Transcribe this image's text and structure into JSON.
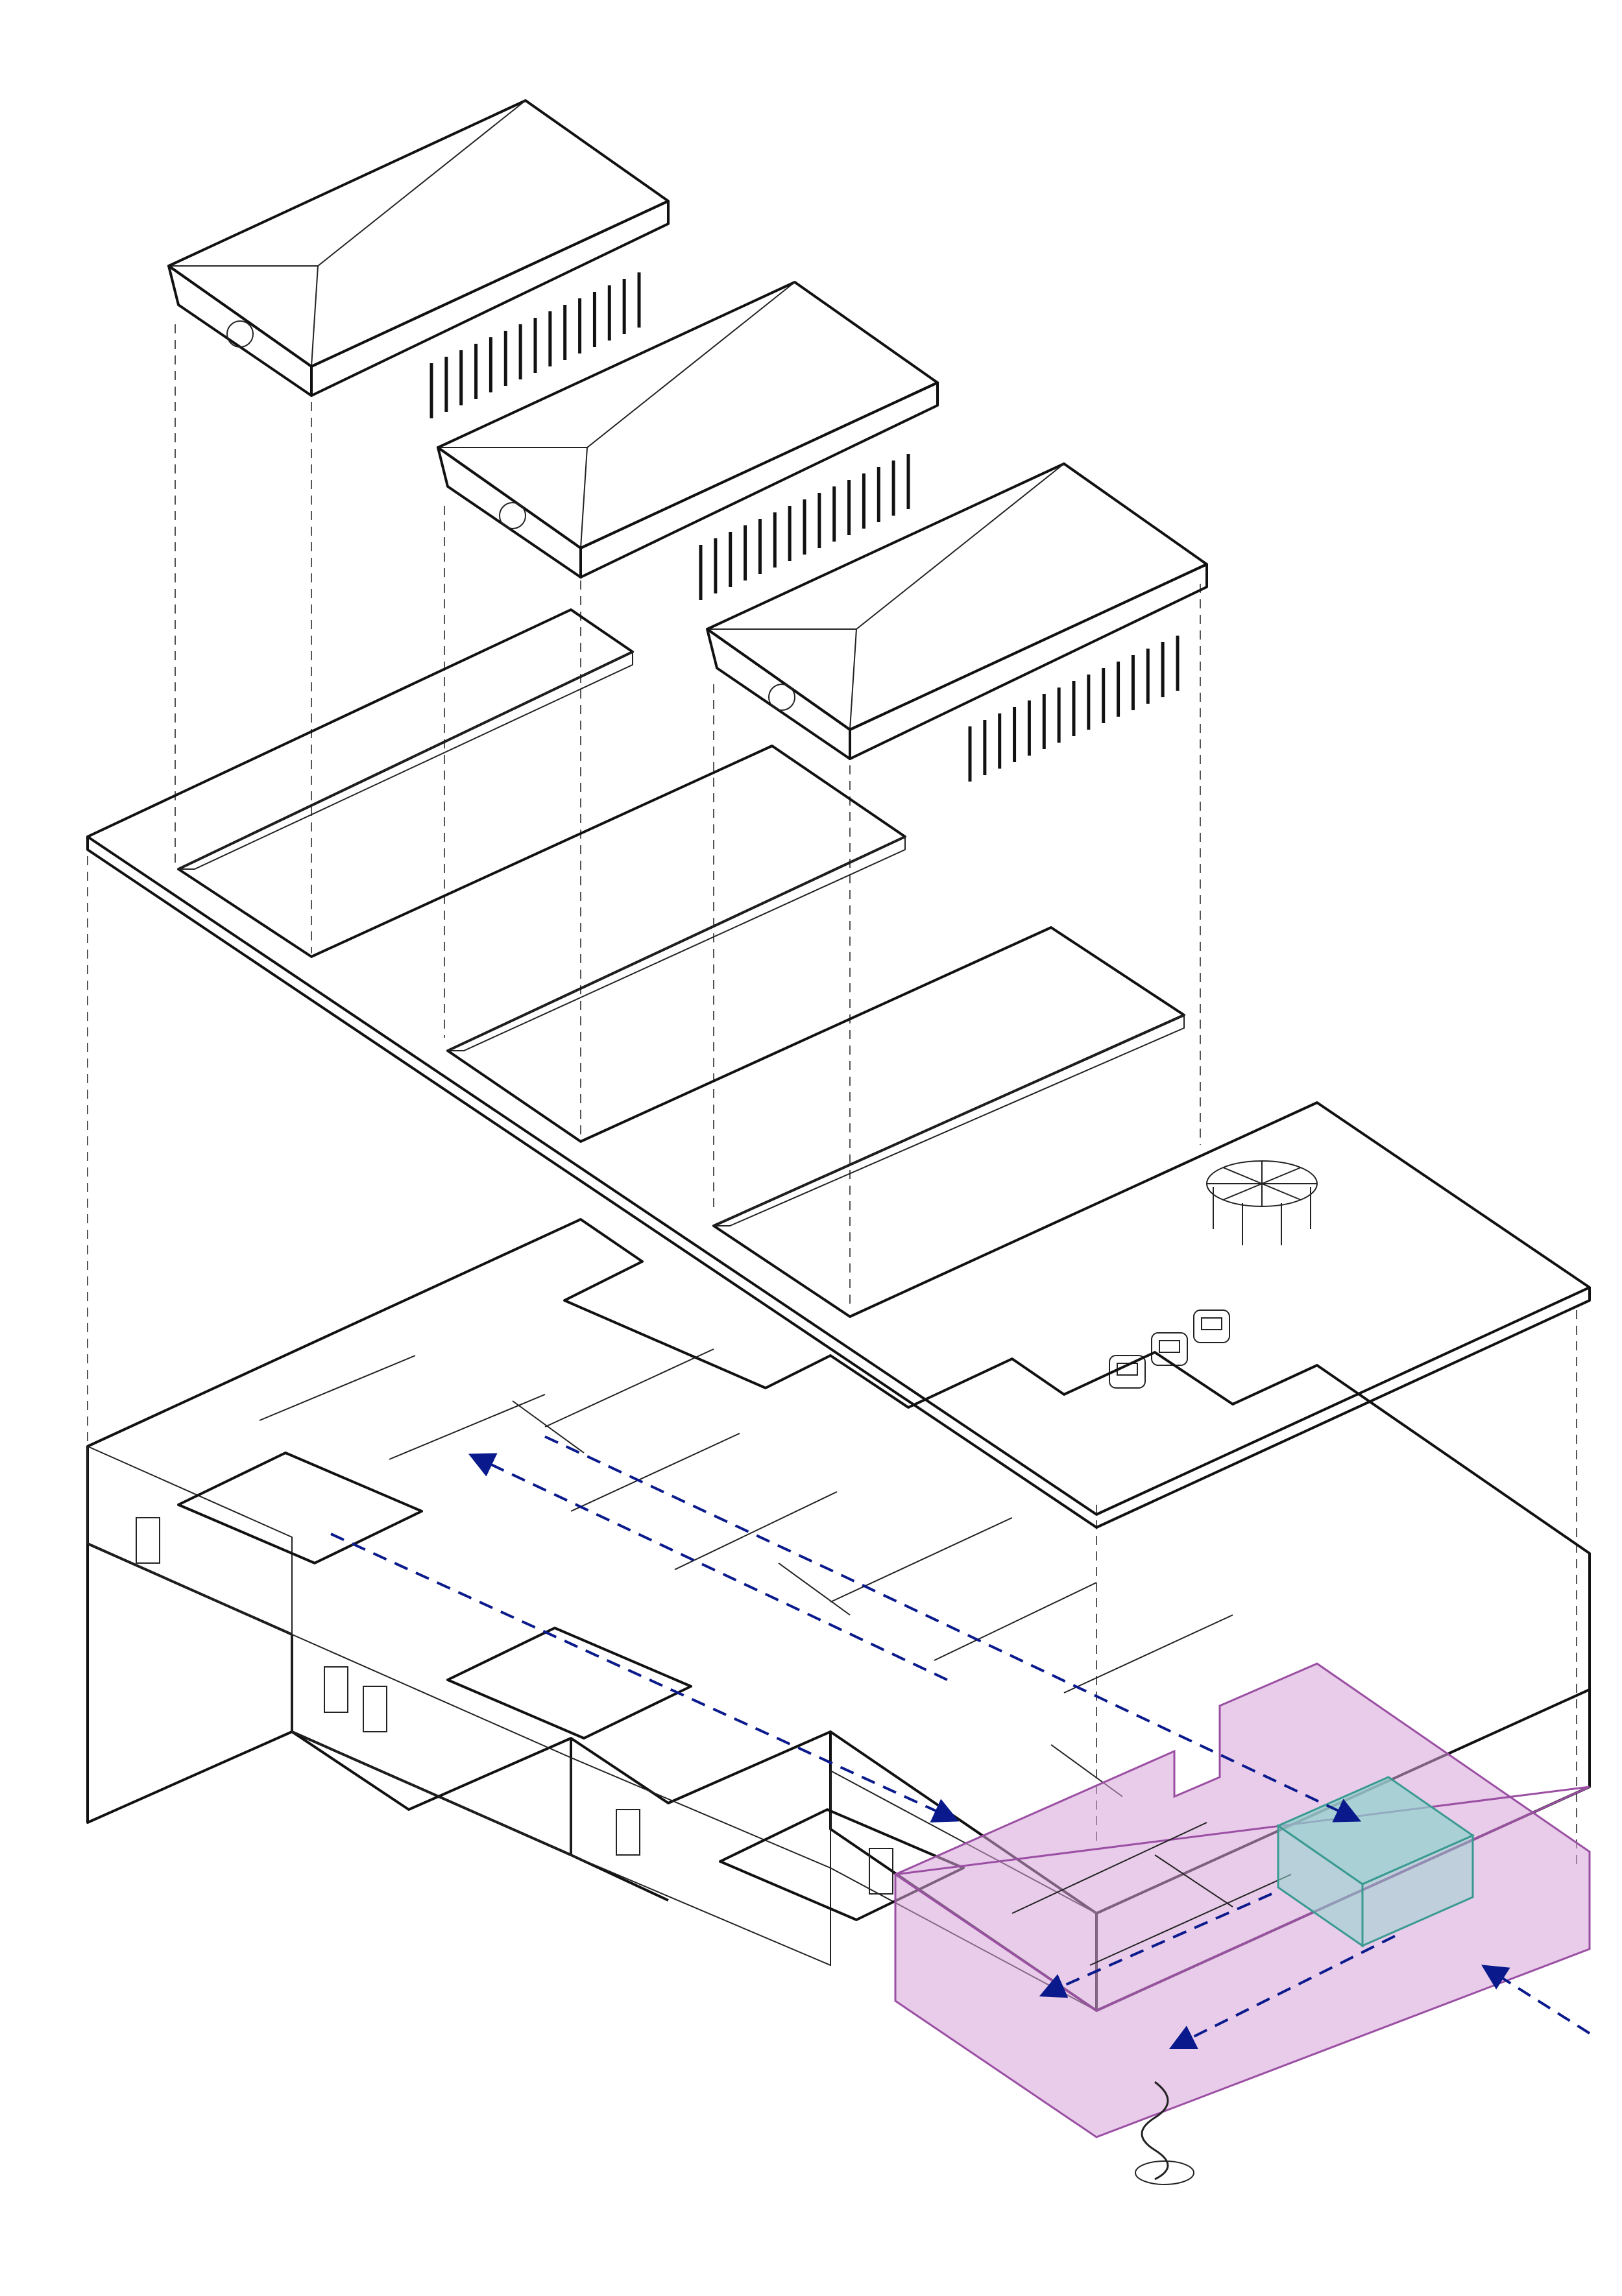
{
  "diagram": {
    "kind": "exploded axonometric",
    "layers": [
      {
        "name": "pitched-roofs",
        "count": 3
      },
      {
        "name": "roof-slab-with-courtyards",
        "courtyards": 3
      },
      {
        "name": "ground-floor-plan"
      }
    ],
    "colors": {
      "line": "#111111",
      "roof_fill": "#f4f4f4",
      "slab_fill": "#f2f2f2",
      "wall_fill": "#e6e6e6",
      "floor_fill": "#d9d9d9",
      "highlight_zone": "#d5a3d9",
      "highlight_core": "#8fd3cc",
      "circulation_arrow": "#0a1a8c",
      "projection_line": "#666666"
    },
    "icons": [
      "circulation-arrow",
      "pergola-icon",
      "rooftop-unit-icon",
      "spiral-stair-icon",
      "skylight-icon"
    ]
  }
}
